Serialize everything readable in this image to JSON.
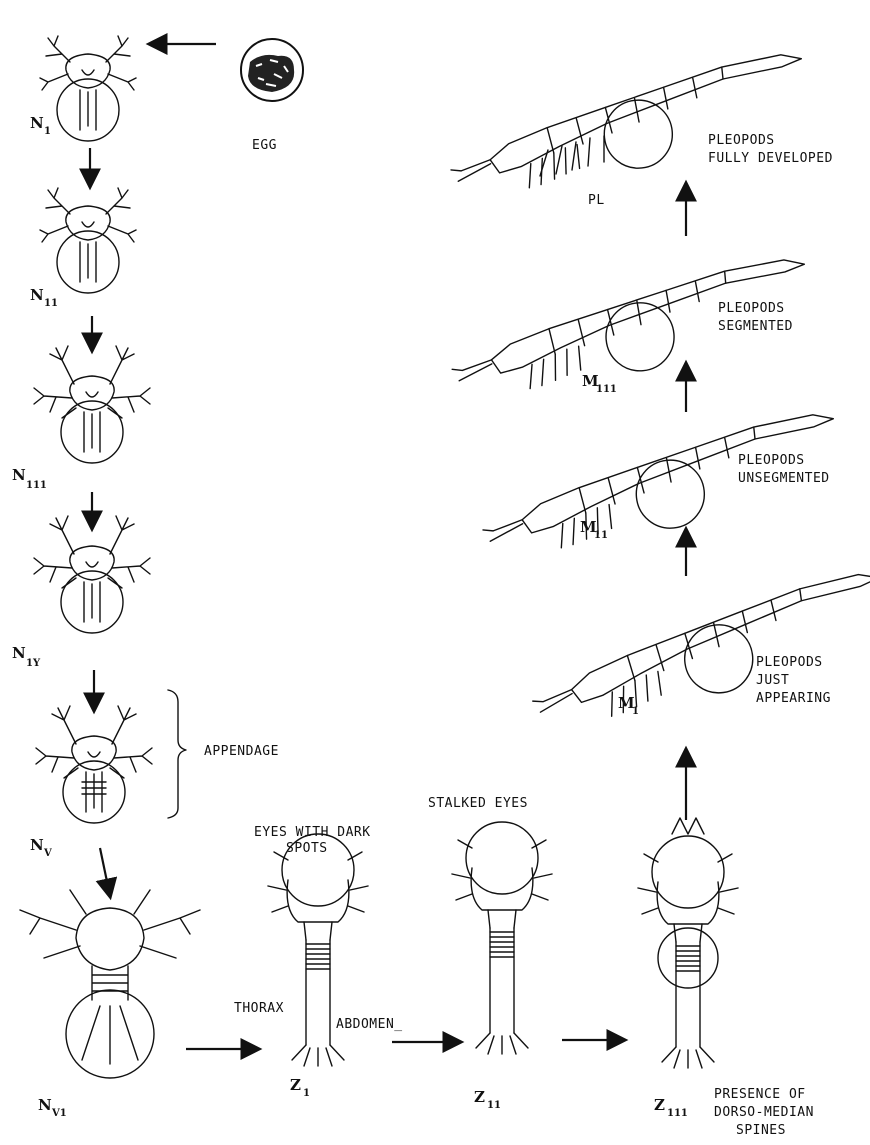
{
  "egg": {
    "label": "EGG"
  },
  "nauplius": [
    {
      "stage": "N",
      "sub": "1"
    },
    {
      "stage": "N",
      "sub": "11"
    },
    {
      "stage": "N",
      "sub": "111"
    },
    {
      "stage": "N",
      "sub": "1Y"
    },
    {
      "stage": "N",
      "sub": "V"
    },
    {
      "stage": "N",
      "sub": "V1"
    }
  ],
  "appendage_label": "APPENDAGE",
  "zoea": [
    {
      "stage": "Z",
      "sub": "1"
    },
    {
      "stage": "Z",
      "sub": "11"
    },
    {
      "stage": "Z",
      "sub": "111"
    }
  ],
  "zoea_notes": {
    "z1_top_line1": "EYES WITH DARK",
    "z1_top_line2": "SPOTS",
    "thorax": "THORAX",
    "abdomen": "ABDOMEN_",
    "z2_top": "STALKED EYES",
    "z3_line1": "PRESENCE OF",
    "z3_line2": "DORSO-MEDIAN",
    "z3_line3": "SPINES"
  },
  "mysis": [
    {
      "stage": "M",
      "sub": "1",
      "note_line1": "PLEOPODS",
      "note_line2": "JUST",
      "note_line3": "APPEARING"
    },
    {
      "stage": "M",
      "sub": "11",
      "note_line1": "PLEOPODS",
      "note_line2": "UNSEGMENTED",
      "note_line3": ""
    },
    {
      "stage": "M",
      "sub": "111",
      "note_line1": "PLEOPODS",
      "note_line2": "SEGMENTED",
      "note_line3": ""
    }
  ],
  "postlarva": {
    "stage": "PL",
    "note_line1": "PLEOPODS",
    "note_line2": "FULLY DEVELOPED"
  }
}
